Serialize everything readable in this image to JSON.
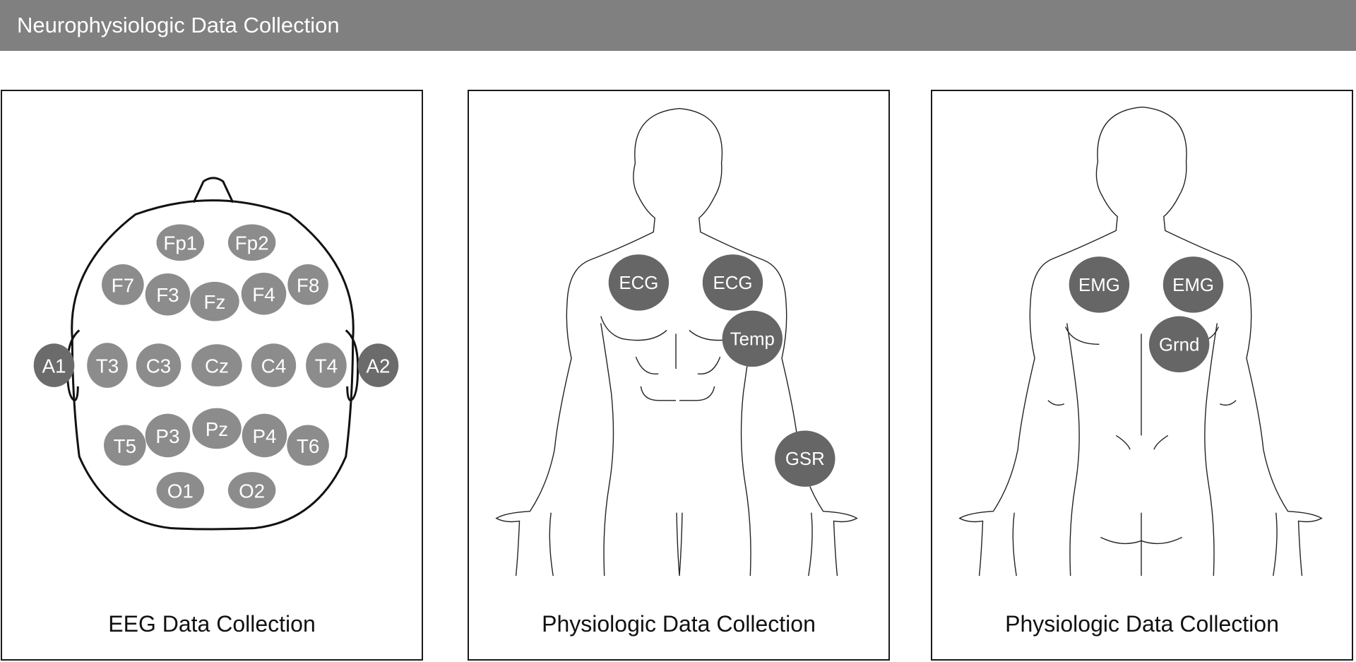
{
  "header": {
    "title": "Neurophysiologic Data Collection"
  },
  "colors": {
    "header_bg": "#808080",
    "electrode_light": "#8c8c8c",
    "electrode_dark": "#6b6b6b",
    "sensor_dark": "#666666"
  },
  "panels": [
    {
      "id": "eeg",
      "caption": "EEG Data Collection",
      "electrodes": [
        {
          "label": "Fp1",
          "tone": "light"
        },
        {
          "label": "Fp2",
          "tone": "light"
        },
        {
          "label": "F7",
          "tone": "light"
        },
        {
          "label": "F3",
          "tone": "light"
        },
        {
          "label": "Fz",
          "tone": "light"
        },
        {
          "label": "F4",
          "tone": "light"
        },
        {
          "label": "F8",
          "tone": "light"
        },
        {
          "label": "A1",
          "tone": "dark"
        },
        {
          "label": "T3",
          "tone": "light"
        },
        {
          "label": "C3",
          "tone": "light"
        },
        {
          "label": "Cz",
          "tone": "light"
        },
        {
          "label": "C4",
          "tone": "light"
        },
        {
          "label": "T4",
          "tone": "light"
        },
        {
          "label": "A2",
          "tone": "dark"
        },
        {
          "label": "T5",
          "tone": "light"
        },
        {
          "label": "P3",
          "tone": "light"
        },
        {
          "label": "Pz",
          "tone": "light"
        },
        {
          "label": "P4",
          "tone": "light"
        },
        {
          "label": "T6",
          "tone": "light"
        },
        {
          "label": "O1",
          "tone": "light"
        },
        {
          "label": "O2",
          "tone": "light"
        }
      ]
    },
    {
      "id": "front",
      "caption": "Physiologic Data Collection",
      "sensors": [
        {
          "label": "ECG"
        },
        {
          "label": "ECG"
        },
        {
          "label": "Temp"
        },
        {
          "label": "GSR"
        }
      ]
    },
    {
      "id": "back",
      "caption": "Physiologic Data Collection",
      "sensors": [
        {
          "label": "EMG"
        },
        {
          "label": "EMG"
        },
        {
          "label": "Grnd"
        }
      ]
    }
  ]
}
